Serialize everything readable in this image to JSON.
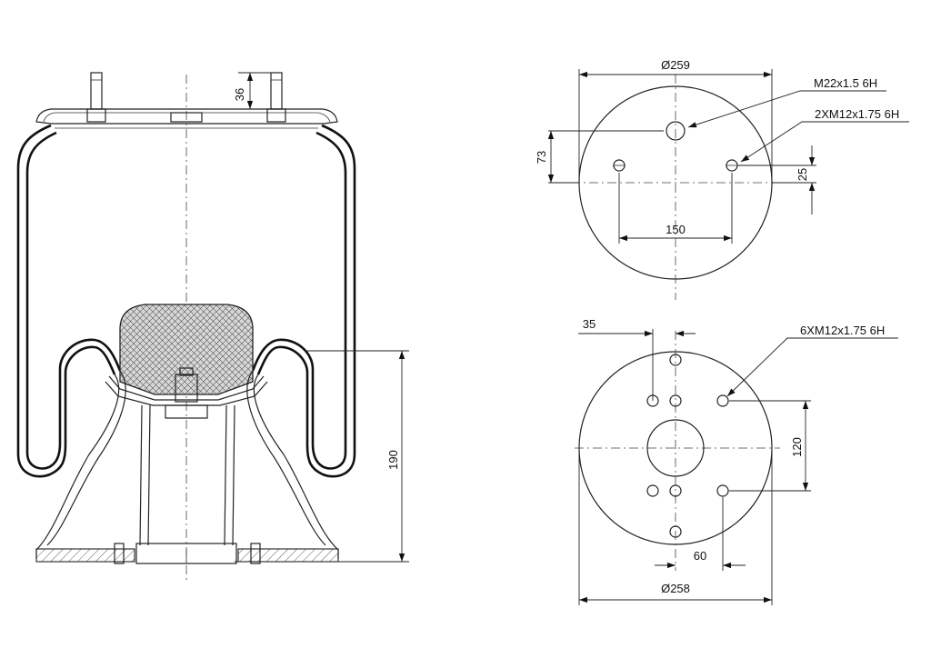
{
  "side_view": {
    "stud_height": "36",
    "height_dim": "190"
  },
  "top_plate": {
    "diameter": "Ø259",
    "air_port": "M22x1.5 6H",
    "studs": "2XM12x1.75 6H",
    "port_offset": "73",
    "stud_offset": "25",
    "stud_spacing": "150"
  },
  "bottom_plate": {
    "offset": "35",
    "holes": "6XM12x1.75 6H",
    "hole_spacing_vertical": "120",
    "hole_spacing_horizontal": "60",
    "diameter": "Ø258"
  }
}
